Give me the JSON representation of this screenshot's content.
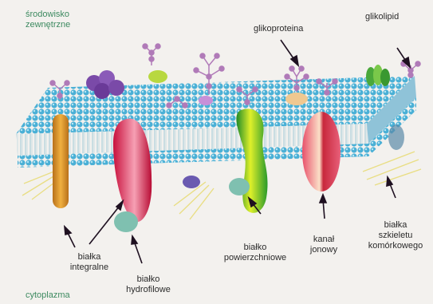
{
  "labels": {
    "outside_line1": "środowisko",
    "outside_line2": "zewnętrzne",
    "glycoprotein": "glikoproteina",
    "glycolipid": "glikolipid",
    "integral_line1": "białka",
    "integral_line2": "integralne",
    "hydrophilic_line1": "białko",
    "hydrophilic_line2": "hydrofilowe",
    "surface_line1": "białko",
    "surface_line2": "powierzchniowe",
    "channel_line1": "kanał",
    "channel_line2": "jonowy",
    "cytoskeleton_line1": "białka",
    "cytoskeleton_line2": "szkieletu",
    "cytoskeleton_line3": "komórkowego",
    "cytoplasm": "cytoplazma"
  },
  "colors": {
    "background": "#f3f1ee",
    "lipid_head": "#4ab0d6",
    "lipid_tail": "#d8c070",
    "integral_protein": "#d9962a",
    "hydrophilic_protein": "#d8234f",
    "surface_protein": "#3aa83a",
    "ion_channel": "#f06a6a",
    "carbohydrate": "#b07ab8",
    "cytoskeleton": "#e8dc7a"
  }
}
